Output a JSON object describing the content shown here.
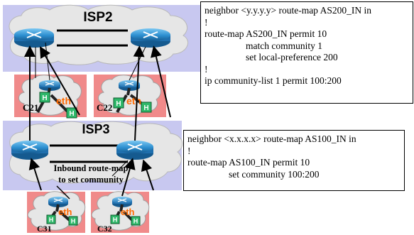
{
  "isp2": {
    "label": "ISP2"
  },
  "isp3": {
    "label": "ISP3"
  },
  "customers": {
    "c21": {
      "label": "C21",
      "eth": "eth",
      "host": "H"
    },
    "c22": {
      "label": "C22",
      "eth": "eth",
      "host": "H"
    },
    "c31": {
      "label": "C31",
      "eth": "eth",
      "host": "H"
    },
    "c32": {
      "label": "C32",
      "eth": "eth",
      "host": "H"
    }
  },
  "annotation": {
    "line1": "Inbound route-map",
    "line2": "to set community"
  },
  "config_isp2": {
    "lines": [
      "neighbor <y.y.y.y> route-map AS200_IN in",
      "!",
      "route-map AS200_IN permit 10",
      "match community 1",
      "set local-preference 200",
      "!",
      "ip community-list 1 permit 100:200"
    ]
  },
  "config_isp3": {
    "lines": [
      "neighbor <x.x.x.x> route-map AS100_IN in",
      "!",
      "route-map AS100_IN permit 10",
      "set community 100:200"
    ]
  },
  "colors": {
    "isp_cloud": "#c8c8f0",
    "customer_box": "#f08a8a",
    "customer_cloud": "#e6e6e6",
    "router_blue": "#2d8fd0",
    "host_green": "#2fb86a",
    "eth_orange": "#ff6a00"
  }
}
